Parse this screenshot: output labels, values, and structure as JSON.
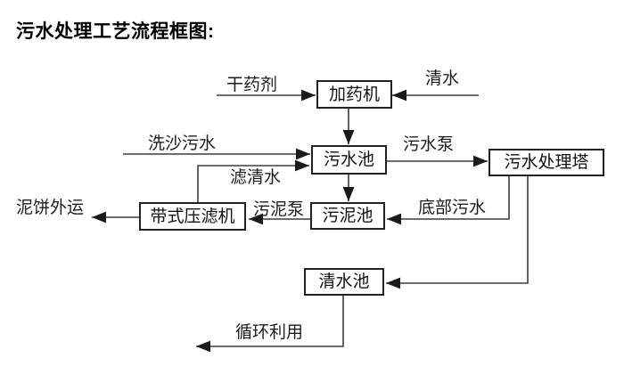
{
  "title": "污水处理工艺流程框图:",
  "colors": {
    "background": "#ffffff",
    "box_border": "#222222",
    "box_fill": "#ffffff",
    "line": "#3c3c3c",
    "arrowhead": "#1a1a1a",
    "text": "#111111"
  },
  "diagram": {
    "nodes": [
      {
        "id": "dosing-machine",
        "label": "加药机"
      },
      {
        "id": "sewage-pool",
        "label": "污水池"
      },
      {
        "id": "sewage-treatment-tower",
        "label": "污水处理塔"
      },
      {
        "id": "sludge-pool",
        "label": "污泥池"
      },
      {
        "id": "belt-filter-press",
        "label": "带式压滤机"
      },
      {
        "id": "clean-water-pool",
        "label": "清水池"
      }
    ],
    "flow_labels": {
      "dry_chemical": "干药剂",
      "clean_water": "清水",
      "sand_washing_sewage": "洗沙污水",
      "sewage_pump": "污水泵",
      "filtered_water": "滤清水",
      "sludge_pump": "污泥泵",
      "bottom_sewage": "底部污水",
      "mud_cake_outbound": "泥饼外运",
      "recycling": "循环利用"
    },
    "edges": [
      {
        "from": "干药剂(外部)",
        "to": "加药机",
        "label": "干药剂"
      },
      {
        "from": "清水(外部)",
        "to": "加药机",
        "label": "清水"
      },
      {
        "from": "加药机",
        "to": "污水池",
        "label": ""
      },
      {
        "from": "洗沙污水(外部)",
        "to": "污水池",
        "label": "洗沙污水"
      },
      {
        "from": "带式压滤机",
        "to": "污水池",
        "label": "滤清水"
      },
      {
        "from": "污水池",
        "to": "污水处理塔",
        "label": "污水泵"
      },
      {
        "from": "污水池",
        "to": "污泥池",
        "label": ""
      },
      {
        "from": "污水处理塔",
        "to": "污泥池",
        "label": "底部污水"
      },
      {
        "from": "污泥池",
        "to": "带式压滤机",
        "label": "污泥泵"
      },
      {
        "from": "带式压滤机",
        "to": "泥饼外运",
        "label": "泥饼外运"
      },
      {
        "from": "污水处理塔",
        "to": "清水池",
        "label": ""
      },
      {
        "from": "清水池",
        "to": "循环利用",
        "label": "循环利用"
      }
    ]
  }
}
